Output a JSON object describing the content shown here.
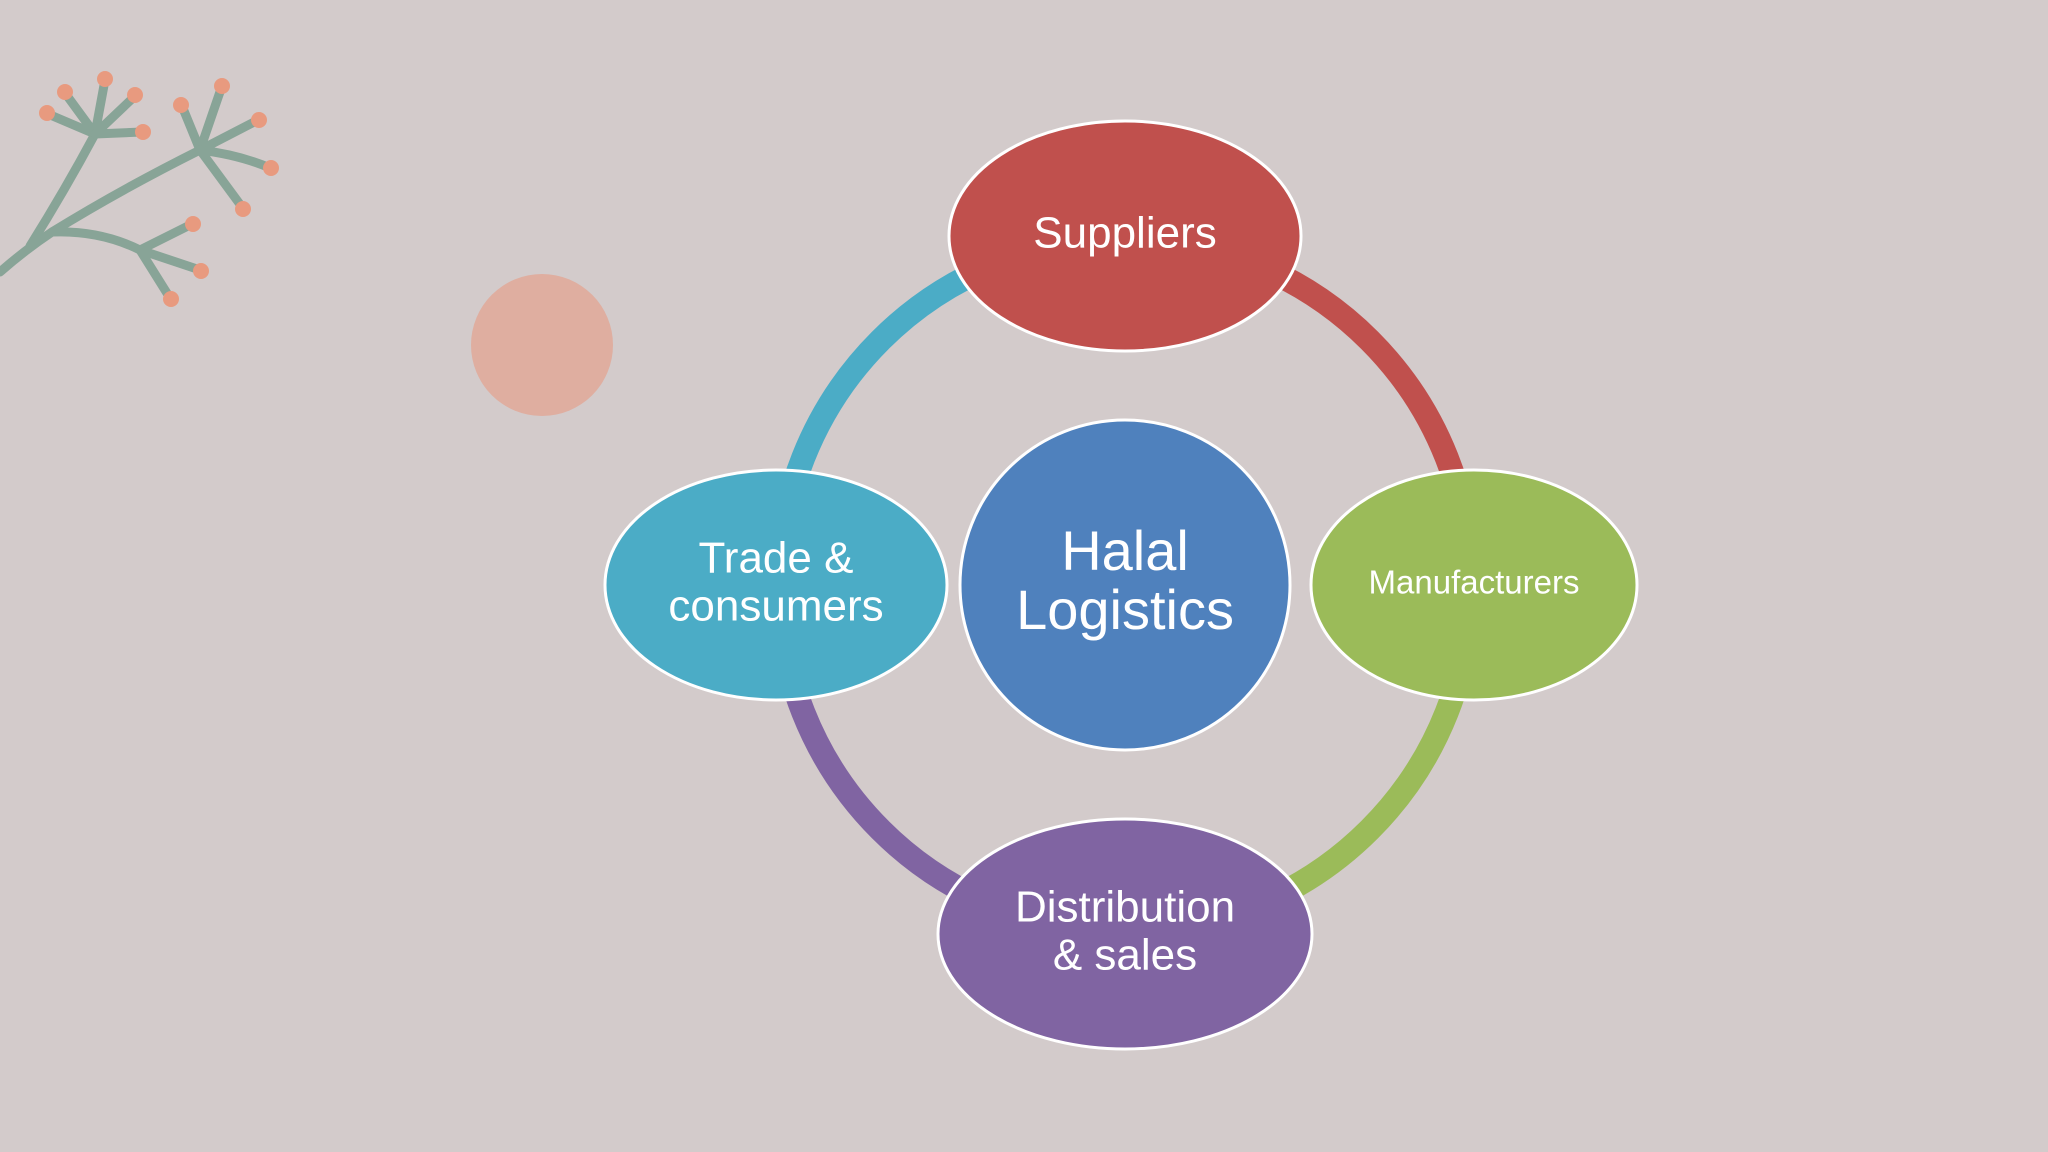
{
  "colors": {
    "background": "#d3cbcb",
    "suppliers": "#c0504d",
    "manufacturers": "#9bbb59",
    "distribution": "#8064a2",
    "trade": "#4bacc6",
    "center": "#4f81bd",
    "decor_dot": "#dfaea0",
    "branch": "#88a497",
    "berry": "#e89a7f"
  },
  "diagram": {
    "center": {
      "line1": "Halal",
      "line2": "Logistics"
    },
    "nodes": {
      "suppliers": {
        "label": "Suppliers"
      },
      "manufacturers": {
        "label": "Manufacturers"
      },
      "distribution": {
        "line1": "Distribution",
        "line2": "& sales"
      },
      "trade": {
        "line1": "Trade &",
        "line2": "consumers"
      }
    }
  }
}
